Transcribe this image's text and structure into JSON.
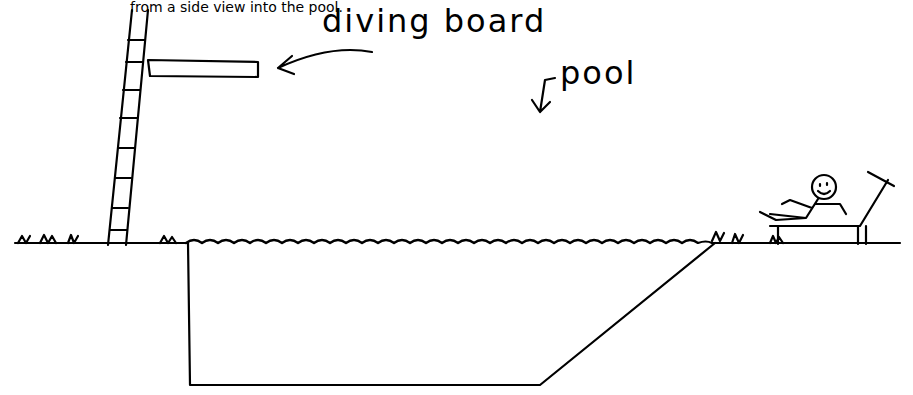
{
  "diagram": {
    "labels": [
      "from a side view into the pool.",
      "diving board",
      "pool"
    ]
  }
}
